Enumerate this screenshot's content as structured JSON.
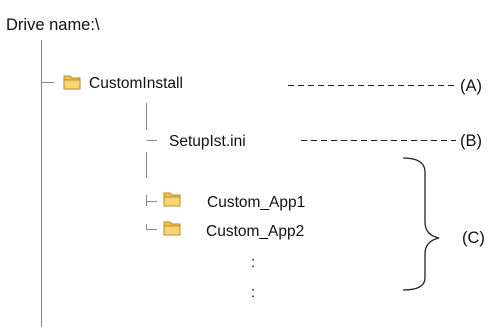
{
  "root": {
    "label": "Drive name:\\"
  },
  "folder_icon": {
    "name": "folder-icon",
    "fill": "#F5C24A",
    "stroke": "#B8862A"
  },
  "nodes": {
    "custom_install": {
      "label": "CustomInstall",
      "icon": "folder-icon",
      "callout": "(A)"
    },
    "setup_ini": {
      "label": "SetupIst.ini",
      "callout": "(B)"
    },
    "app1": {
      "label": "Custom_App1",
      "icon": "folder-icon"
    },
    "app2": {
      "label": "Custom_App2",
      "icon": "folder-icon"
    },
    "ellipsis_1": ":",
    "ellipsis_2": ":"
  },
  "group_callout": {
    "label": "(C)"
  }
}
